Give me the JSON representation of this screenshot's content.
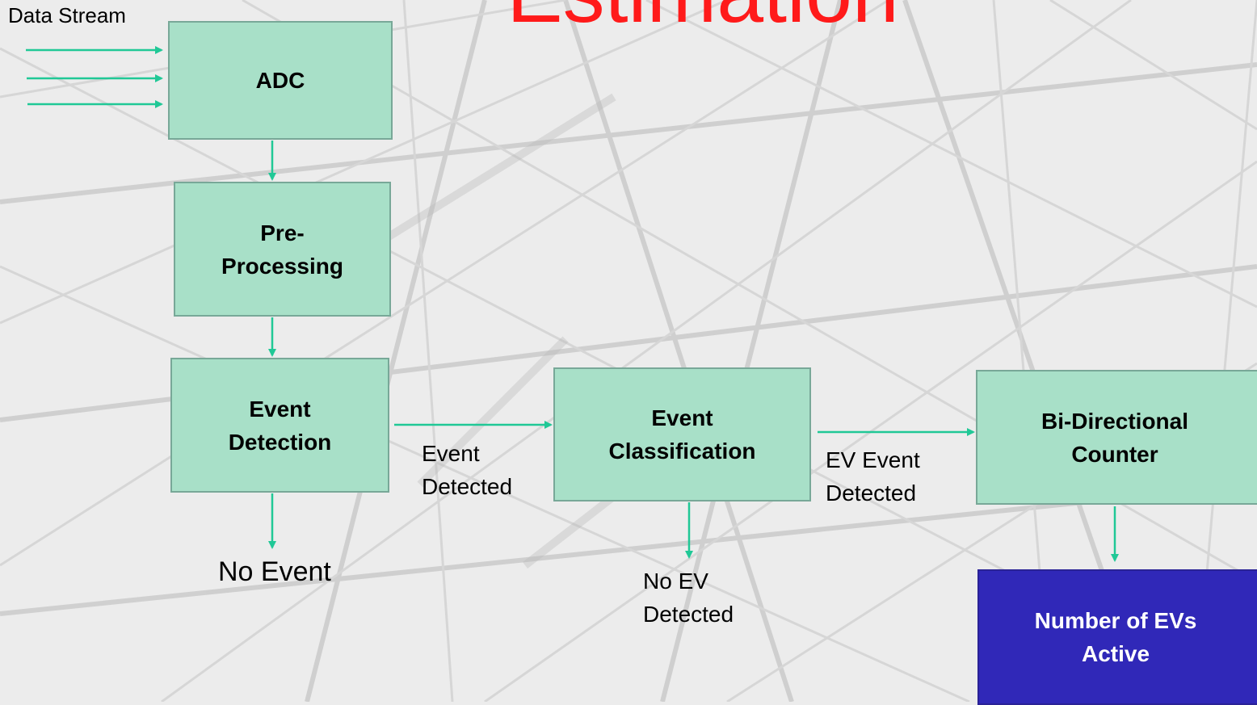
{
  "title": "Estimation",
  "input_label": "Data Stream",
  "nodes": {
    "adc": "ADC",
    "preprocessing_1": "Pre-",
    "preprocessing_2": "Processing",
    "event_detection_1": "Event",
    "event_detection_2": "Detection",
    "event_classification_1": "Event",
    "event_classification_2": "Classification",
    "counter_1": "Bi-Directional",
    "counter_2": "Counter",
    "output_1": "Number of EVs",
    "output_2": "Active"
  },
  "edge_labels": {
    "no_event": "No Event",
    "event_detected_1": "Event",
    "event_detected_2": "Detected",
    "ev_event_detected_1": "EV Event",
    "ev_event_detected_2": "Detected",
    "no_ev_detected_1": "No EV",
    "no_ev_detected_2": "Detected"
  },
  "colors": {
    "box_fill": "#a8e0c8",
    "output_fill": "#3028b8",
    "arrow": "#20c896",
    "title": "#ff1a1a"
  }
}
